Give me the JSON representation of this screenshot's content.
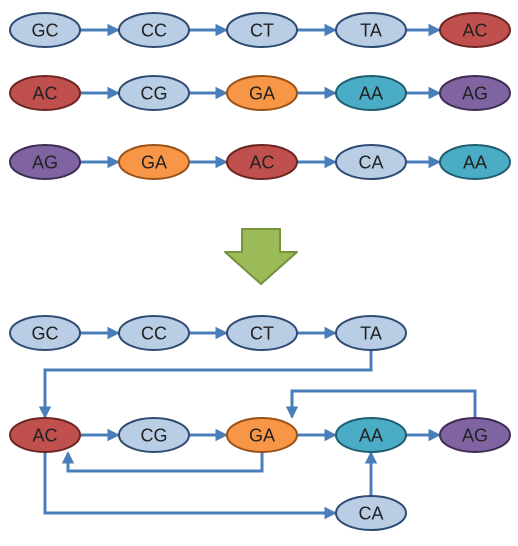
{
  "colors": {
    "blue_fill": "#b9cde5",
    "blue_stroke": "#2e4b73",
    "red_fill": "#c0504d",
    "red_stroke": "#6b2523",
    "orange_fill": "#f79646",
    "orange_stroke": "#9a5218",
    "teal_fill": "#4bacc6",
    "teal_stroke": "#1f5e70",
    "purple_fill": "#8064a2",
    "purple_stroke": "#3e2c55",
    "edge": "#4a7ebb",
    "down_arrow_fill": "#9bbb59",
    "down_arrow_stroke": "#76923c"
  },
  "paths": [
    {
      "name": "path-1",
      "nodes": [
        {
          "label": "GC",
          "color": "blue"
        },
        {
          "label": "CC",
          "color": "blue"
        },
        {
          "label": "CT",
          "color": "blue"
        },
        {
          "label": "TA",
          "color": "blue"
        },
        {
          "label": "AC",
          "color": "red"
        }
      ]
    },
    {
      "name": "path-2",
      "nodes": [
        {
          "label": "AC",
          "color": "red"
        },
        {
          "label": "CG",
          "color": "blue"
        },
        {
          "label": "GA",
          "color": "orange"
        },
        {
          "label": "AA",
          "color": "teal"
        },
        {
          "label": "AG",
          "color": "purple"
        }
      ]
    },
    {
      "name": "path-3",
      "nodes": [
        {
          "label": "AG",
          "color": "purple"
        },
        {
          "label": "GA",
          "color": "orange"
        },
        {
          "label": "AC",
          "color": "red"
        },
        {
          "label": "CA",
          "color": "blue"
        },
        {
          "label": "AA",
          "color": "teal"
        }
      ]
    }
  ],
  "merged_graph": {
    "nodes": [
      {
        "id": "GC",
        "label": "GC",
        "color": "blue"
      },
      {
        "id": "CC",
        "label": "CC",
        "color": "blue"
      },
      {
        "id": "CT",
        "label": "CT",
        "color": "blue"
      },
      {
        "id": "TA",
        "label": "TA",
        "color": "blue"
      },
      {
        "id": "AC",
        "label": "AC",
        "color": "red"
      },
      {
        "id": "CG",
        "label": "CG",
        "color": "blue"
      },
      {
        "id": "GA",
        "label": "GA",
        "color": "orange"
      },
      {
        "id": "AA",
        "label": "AA",
        "color": "teal"
      },
      {
        "id": "AG",
        "label": "AG",
        "color": "purple"
      },
      {
        "id": "CA",
        "label": "CA",
        "color": "blue"
      }
    ],
    "edges": [
      {
        "from": "GC",
        "to": "CC"
      },
      {
        "from": "CC",
        "to": "CT"
      },
      {
        "from": "CT",
        "to": "TA"
      },
      {
        "from": "TA",
        "to": "AC"
      },
      {
        "from": "AC",
        "to": "CG"
      },
      {
        "from": "CG",
        "to": "GA"
      },
      {
        "from": "GA",
        "to": "AA"
      },
      {
        "from": "AA",
        "to": "AG"
      },
      {
        "from": "AG",
        "to": "GA"
      },
      {
        "from": "GA",
        "to": "AC"
      },
      {
        "from": "AC",
        "to": "CA"
      },
      {
        "from": "CA",
        "to": "AA"
      }
    ]
  }
}
